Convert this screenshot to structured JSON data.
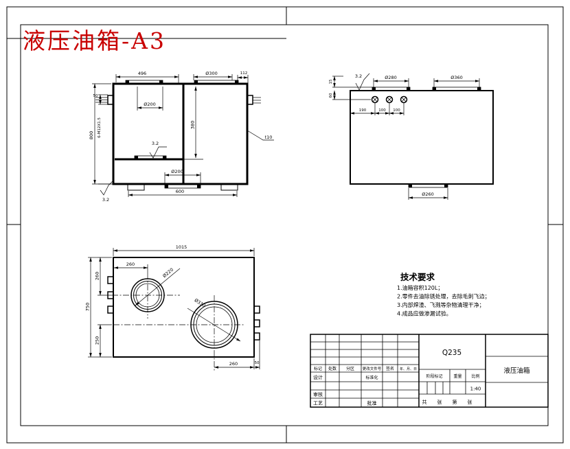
{
  "sheet": {
    "title": "液压油箱-A3",
    "title_color": "#c90000"
  },
  "views": {
    "front": {
      "dims": {
        "top_width": "496",
        "top_cover": "Ø300",
        "top_right": "112",
        "left_height": "800",
        "flange_height": "50",
        "thread": "6-M12X1.5",
        "inner_cover": "Ø200",
        "inner_height": "380",
        "wall": "t10",
        "bottom_pad": "Ø200",
        "bottom_width": "600"
      },
      "roughness_inner": "3.2",
      "roughness_bottom": "3.2"
    },
    "side": {
      "dims": {
        "pad_left": "Ø280",
        "pad_right": "Ø360",
        "pad_height": "15",
        "hole_depth": "60",
        "span1": "190",
        "span2": "100",
        "span3": "100",
        "bottom_pad": "Ø260"
      },
      "roughness_top": "3.2"
    },
    "top": {
      "dims": {
        "length": "1015",
        "circle_offset": "260",
        "left_top": "260",
        "left_total": "750",
        "left_bottom": "250",
        "small_circle": "Ø220",
        "big_circle": "Ø330",
        "bottom_offset": "260",
        "tab": "50"
      }
    }
  },
  "tech": {
    "title": "技术要求",
    "items": [
      "1.油箱容积120L；",
      "2.零件去油除锈处理，去除毛刺飞边；",
      "3.内部焊渣、飞溅等杂物清理干净；",
      "4.成品应做渗漏试验。"
    ]
  },
  "title_block": {
    "material": "Q235",
    "part_name": "液压油箱",
    "header": [
      "标记",
      "处数",
      "分区",
      "更改文件号",
      "签名",
      "年、月、日"
    ],
    "design": "设计",
    "standardization": "标准化",
    "audit": "审核",
    "process": "工艺",
    "approve": "批准",
    "stage_mark": "阶段标记",
    "weight": "重量",
    "scale_label": "比例",
    "scale": "1:40",
    "sheet_total": "共",
    "sheet_unit1": "张",
    "sheet_no": "第",
    "sheet_unit2": "张"
  }
}
